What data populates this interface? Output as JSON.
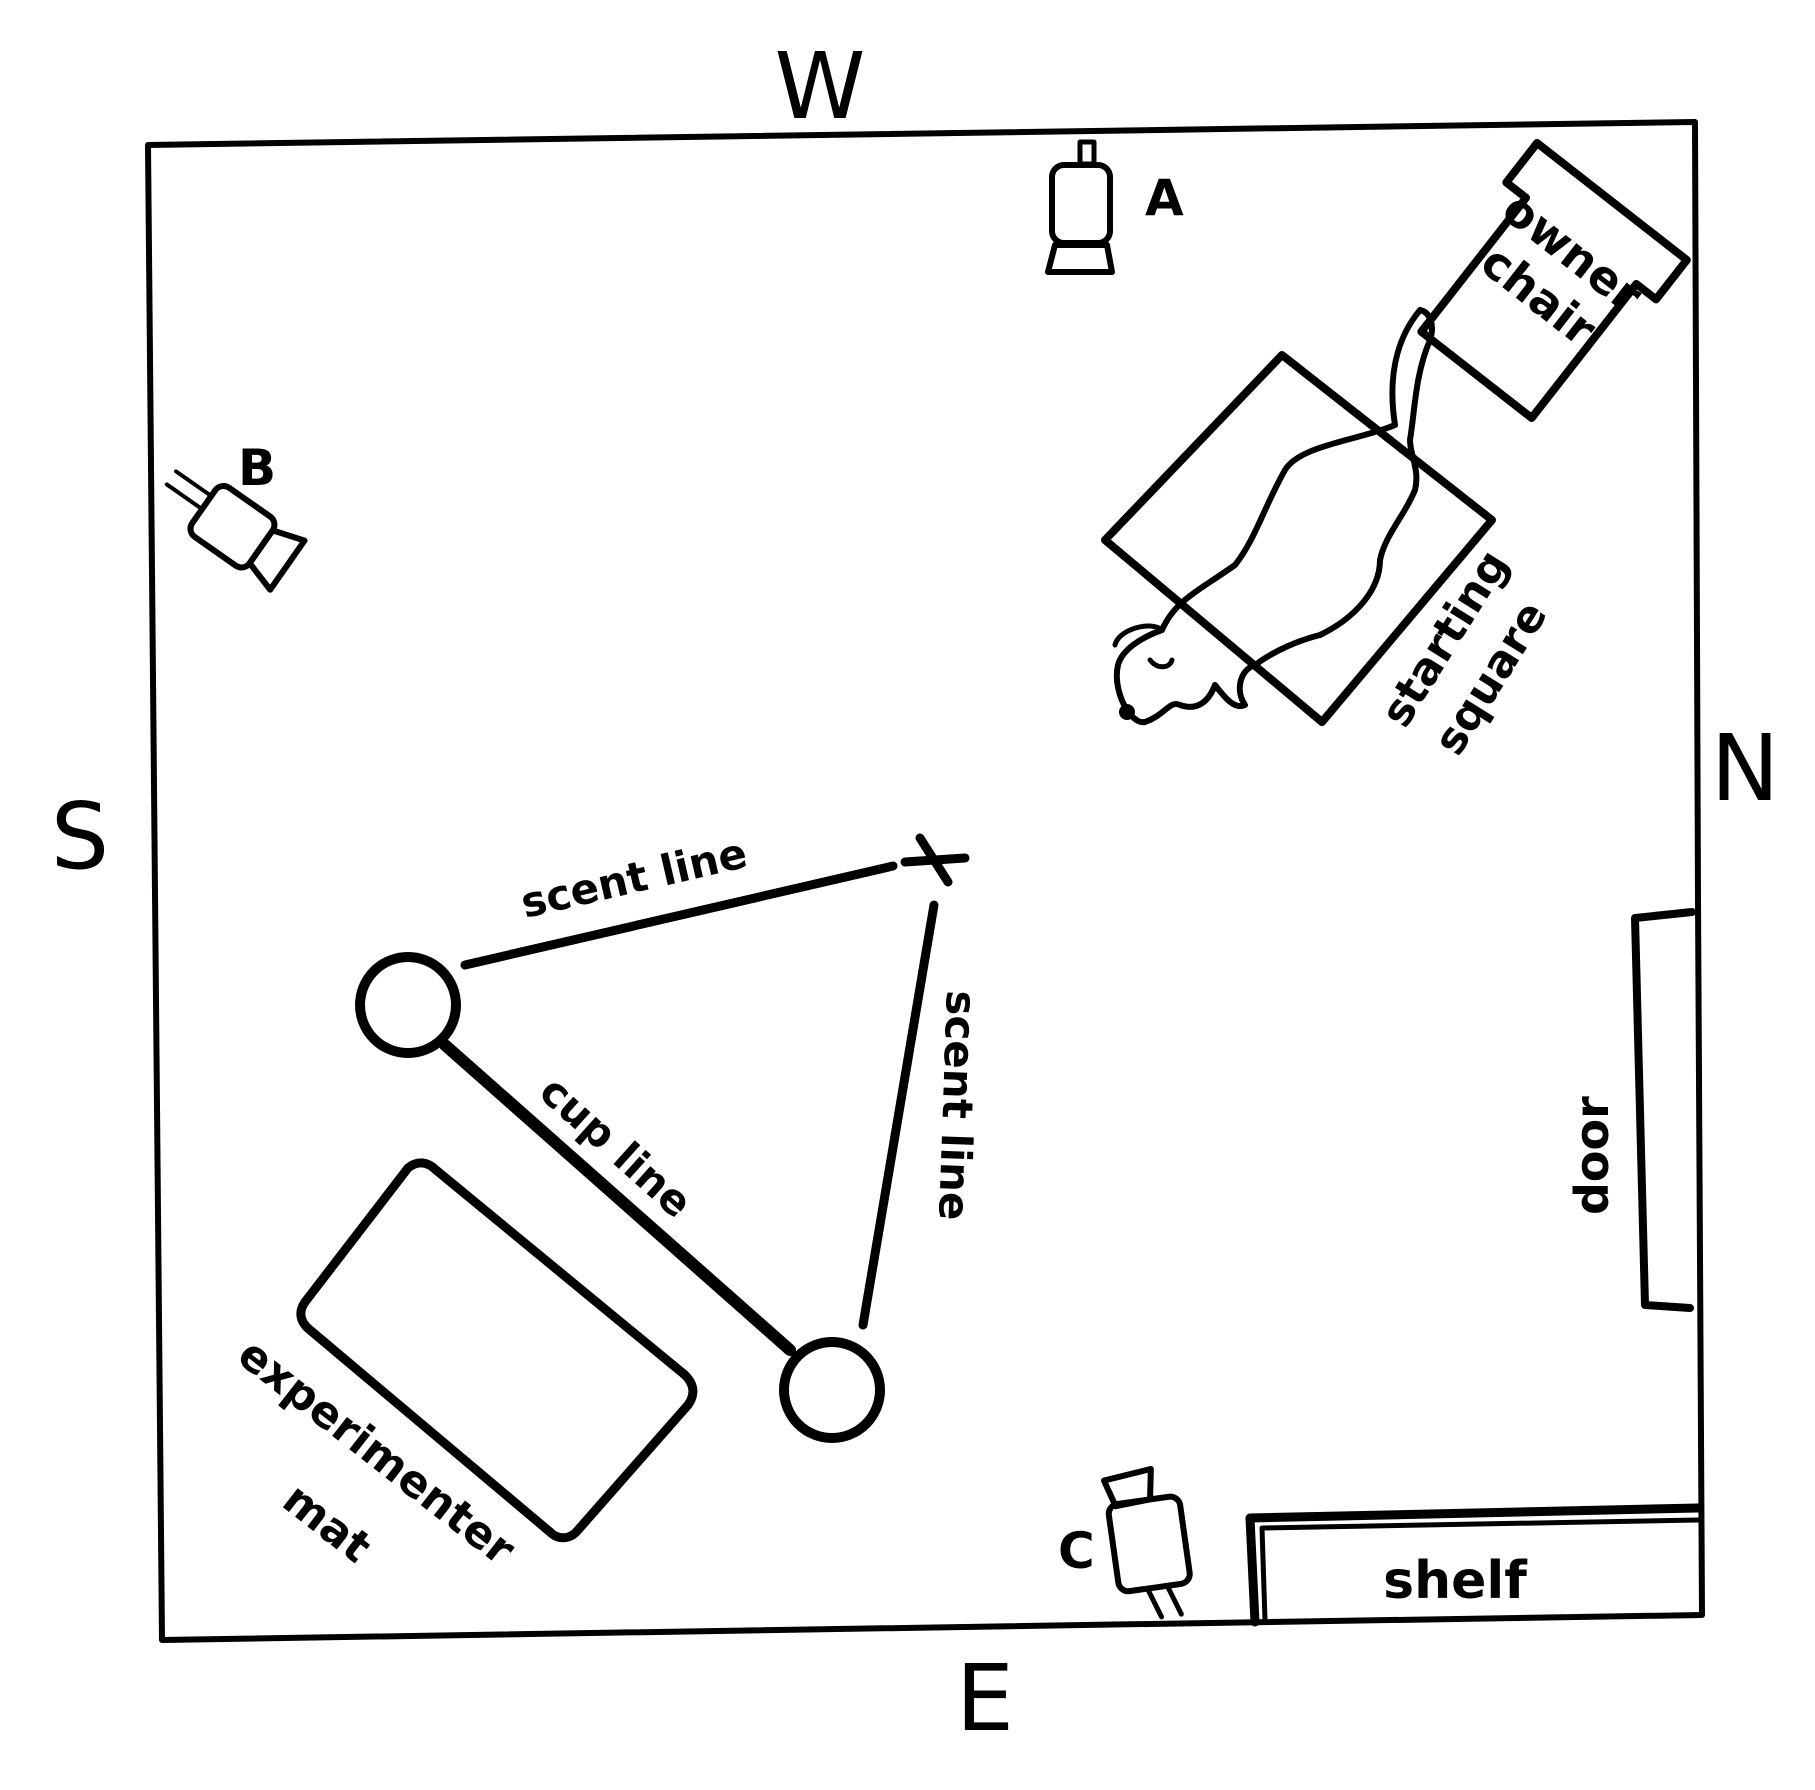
{
  "compass": {
    "north": "N",
    "south": "S",
    "east": "E",
    "west": "W"
  },
  "cameras": {
    "a": "A",
    "b": "B",
    "c": "C"
  },
  "labels": {
    "owner_chair_line1": "owner",
    "owner_chair_line2": "chair",
    "starting_square_line1": "starting",
    "starting_square_line2": "square",
    "scent_line_top": "scent line",
    "scent_line_right": "scent line",
    "cup_line": "cup line",
    "experimenter_mat_line1": "experimenter",
    "experimenter_mat_line2": "mat",
    "door": "door",
    "shelf": "shelf"
  },
  "icons": {
    "cameras": "video-camera-icon",
    "dog": "dog-icon",
    "cups": "cup-circle-icon",
    "target": "plus-marker-icon"
  }
}
